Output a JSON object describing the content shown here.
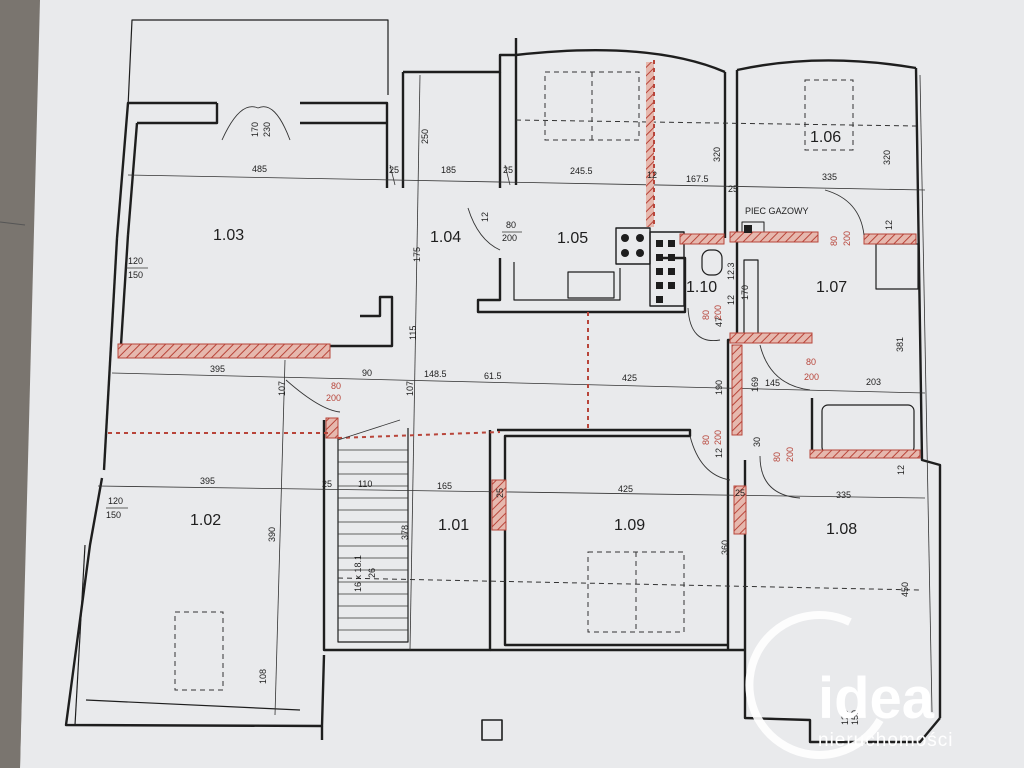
{
  "rooms": {
    "r103": "1.03",
    "r104": "1.04",
    "r105": "1.05",
    "r106": "1.06",
    "r107": "1.07",
    "r110": "1.10",
    "r102": "1.02",
    "r101": "1.01",
    "r109": "1.09",
    "r108": "1.08"
  },
  "labels": {
    "gas_stove": "PIEC GAZOWY"
  },
  "dimensions": {
    "d485": "485",
    "d25a": "25",
    "d185": "185",
    "d25b": "25",
    "d2455": "245.5",
    "d12a": "12",
    "d1675": "167.5",
    "d25c": "25",
    "d335a": "335",
    "d250": "250",
    "d320a": "320",
    "d320b": "320",
    "d170": "170",
    "d230": "230",
    "d120a": "120",
    "d150a": "150",
    "d80a": "80",
    "d200a": "200",
    "d12b": "12",
    "d175": "175",
    "d115": "115",
    "d395a": "395",
    "d90": "90",
    "d1485": "148.5",
    "d615": "61.5",
    "d425a": "425",
    "d190": "190",
    "d145": "145",
    "d203": "203",
    "d381": "381",
    "d107a": "107",
    "d80b": "80",
    "d200b": "200",
    "d107b": "107",
    "d80c": "80",
    "d200c": "200",
    "d80d": "80",
    "d200d": "200",
    "d80e": "80",
    "d200e": "200",
    "d80f": "80",
    "d200f": "200",
    "d80g": "80",
    "d200g": "200",
    "d170b": "170",
    "d12c": "12",
    "d47": "47",
    "d123": "12.3",
    "d169": "169",
    "d30": "30",
    "d12d": "12",
    "d12e": "12",
    "d12f": "12",
    "d395b": "395",
    "d25d": "25",
    "d110": "110",
    "d165": "165",
    "d425b": "425",
    "d25e": "25",
    "d335b": "335",
    "d25f": "25",
    "d120b": "120",
    "d150b": "150",
    "d390": "390",
    "d378": "378",
    "d360": "360",
    "d450": "450",
    "d108": "108",
    "d26": "26",
    "d16x181": "16 x 18.1",
    "d150c": "150",
    "d120c": "120"
  },
  "logo": {
    "main": "idea",
    "sub": "nieruchomości"
  },
  "colors": {
    "page": "#e9eaec",
    "wall": "#1e1e1e",
    "hatch": "#b8453a",
    "logo": "#ffffff"
  }
}
